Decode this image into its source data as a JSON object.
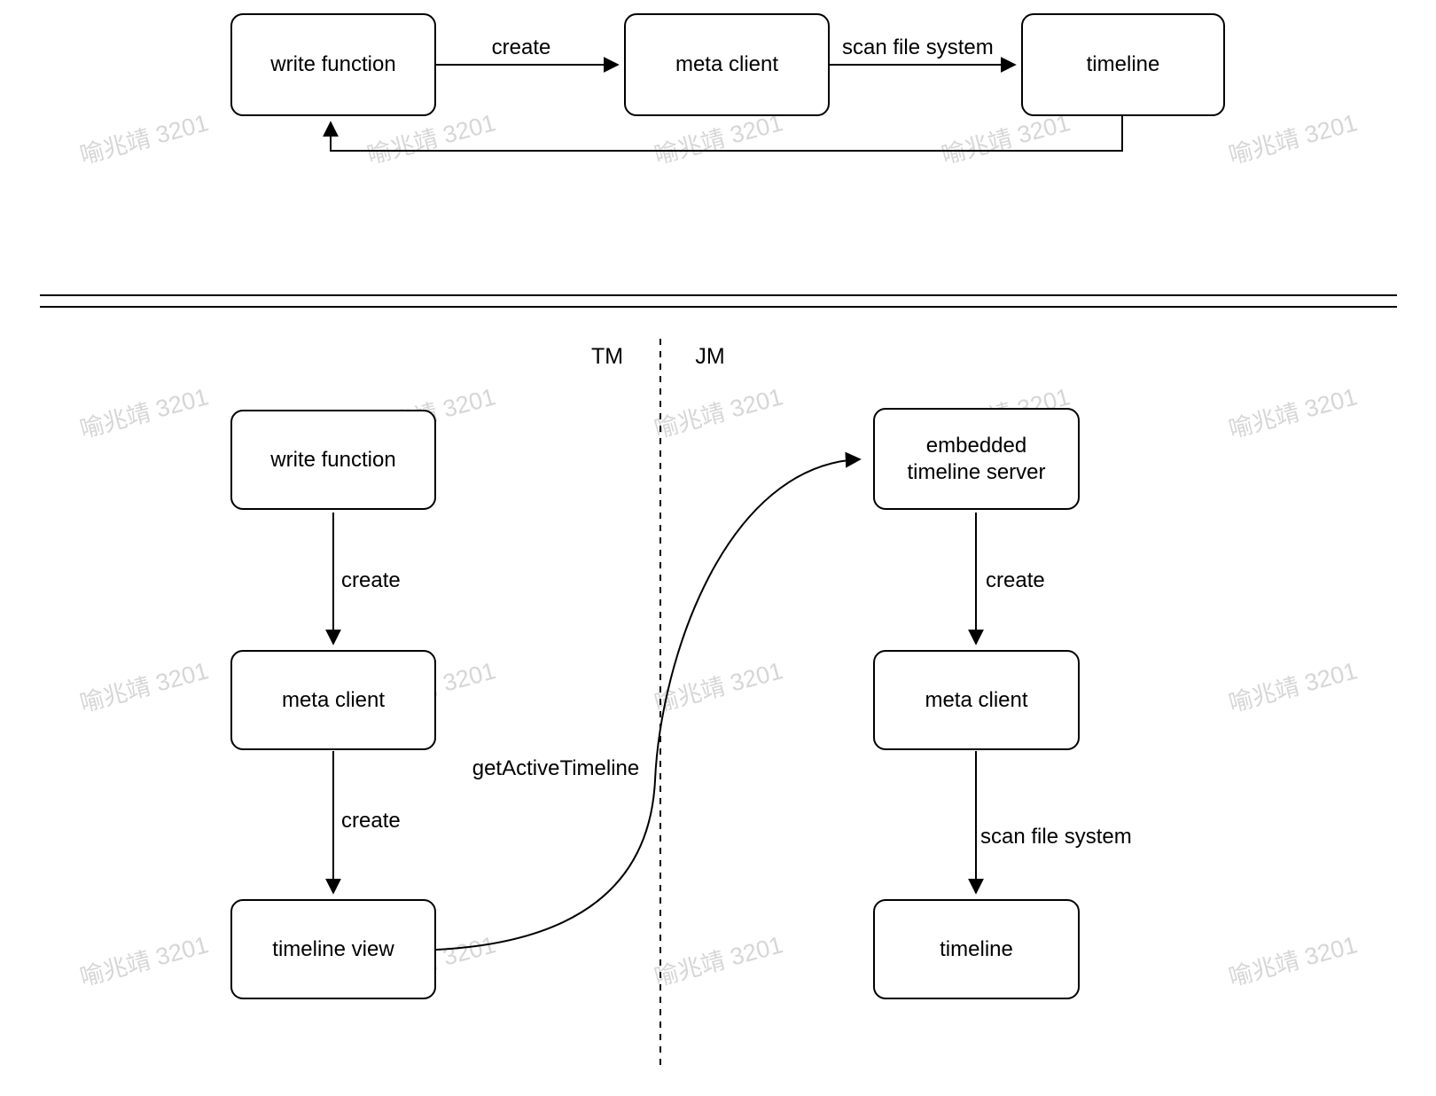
{
  "watermark": {
    "text": "喻兆靖 3201"
  },
  "top_flow": {
    "nodes": {
      "write_function": "write function",
      "meta_client": "meta client",
      "timeline": "timeline"
    },
    "edges": {
      "create": "create",
      "scan_file_system": "scan file system"
    }
  },
  "bottom_flow": {
    "lane_left": "TM",
    "lane_right": "JM",
    "left": {
      "write_function": "write function",
      "meta_client": "meta client",
      "timeline_view": "timeline view",
      "edge1": "create",
      "edge2": "create"
    },
    "right": {
      "embedded_timeline_server": "embedded timeline server",
      "meta_client": "meta client",
      "timeline": "timeline",
      "edge1": "create",
      "edge2": "scan file system"
    },
    "cross_edge": "getActiveTimeline"
  },
  "colors": {
    "stroke": "#000000",
    "watermark": "#d6d6d6",
    "background": "#ffffff"
  }
}
